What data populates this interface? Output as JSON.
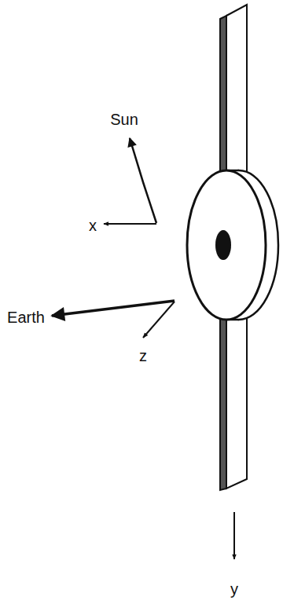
{
  "diagram": {
    "labels": [
      "Sun",
      "x",
      "Earth",
      "z",
      "y"
    ]
  }
}
